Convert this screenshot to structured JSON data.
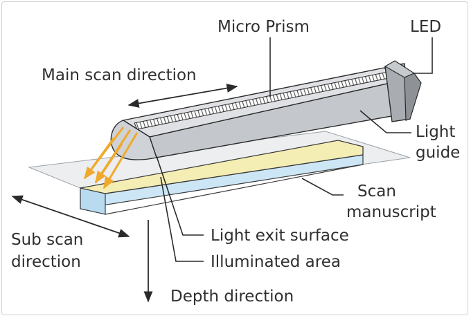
{
  "labels": {
    "micro_prism": "Micro Prism",
    "led": "LED",
    "main_scan": "Main scan direction",
    "light_guide_1": "Light",
    "light_guide_2": "guide",
    "scan_manuscript_1": "Scan",
    "scan_manuscript_2": "manuscript",
    "sub_scan_1": "Sub scan",
    "sub_scan_2": "direction",
    "light_exit": "Light exit surface",
    "illuminated": "Illuminated area",
    "depth": "Depth direction"
  },
  "colors": {
    "rod": "#d3d5d8",
    "rod_dark": "#a9adb2",
    "rod_edge": "#2a2a2a",
    "sheet": "#eceef0",
    "illuminated_yellow": "#f4edb4",
    "depth_blue": "#cde6f5",
    "light_rays": "#f0a92c"
  }
}
